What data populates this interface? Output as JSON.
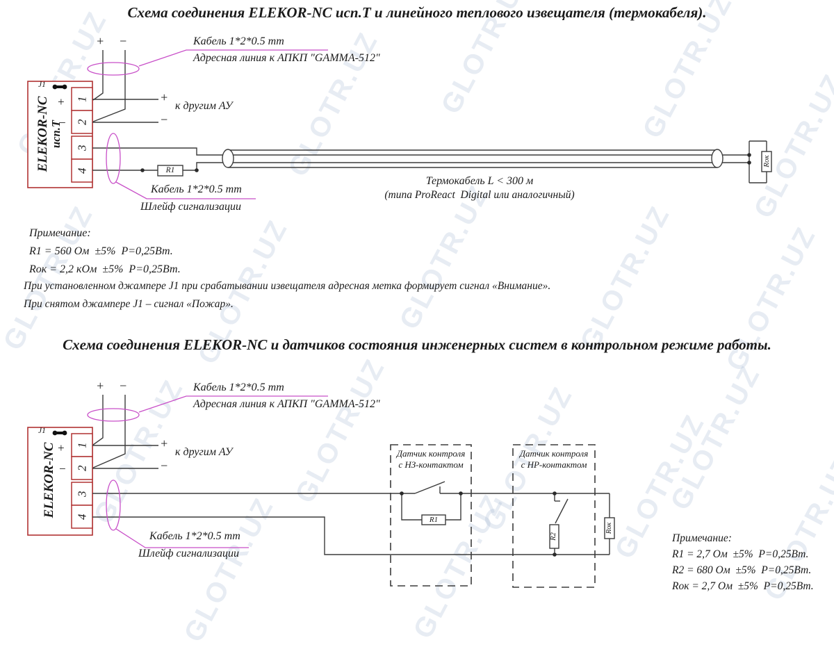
{
  "watermark": {
    "text": "GLOTR.UZ"
  },
  "colors": {
    "device_outline": "#b13232",
    "cable_marker": "#c84fc8",
    "wire": "#3b3b3b"
  },
  "symbols": {
    "plus": "+",
    "minus": "−"
  },
  "diagram1": {
    "title": "Схема соединения ELEKOR-NC исп.Т и линейного теплового извещателя (термокабеля).",
    "device": {
      "label_line1": "ELEKOR-NC",
      "label_line2": "исп.Т",
      "jumper_label": "J1"
    },
    "terminals": [
      "1",
      "2",
      "3",
      "4"
    ],
    "cable_label": "Кабель 1*2*0.5 mm",
    "address_line_label": "Адресная линия к АПКП \"GAMMA-512\"",
    "to_other_devices": "к другим АУ",
    "loop_cable_label": "Кабель 1*2*0.5 mm",
    "loop_label": "Шлейф сигнализации",
    "r1_label": "R1",
    "rok_label": "Rок",
    "thermal_cable_line1": "Термокабель L < 300 м",
    "thermal_cable_line2": "(типа ProReact  Digital или аналогичный)",
    "notes": {
      "title": "Примечание:",
      "lines": [
        "R1 = 560 Ом  ±5%  P=0,25Вт.",
        "Rок = 2,2 кОм  ±5%  P=0,25Вт."
      ]
    },
    "jumper_notes": [
      "При установленном джампере J1 при срабатывании извещателя адресная метка формирует сигнал «Внимание».",
      "При снятом джампере J1 – сигнал «Пожар»."
    ]
  },
  "diagram2": {
    "title": "Схема соединения ELEKOR-NC и датчиков состояния инженерных систем в контрольном режиме работы.",
    "device": {
      "label_line1": "ELEKOR-NC",
      "jumper_label": "J1"
    },
    "terminals": [
      "1",
      "2",
      "3",
      "4"
    ],
    "cable_label": "Кабель 1*2*0.5 mm",
    "address_line_label": "Адресная линия к АПКП \"GAMMA-512\"",
    "to_other_devices": "к другим АУ",
    "loop_cable_label": "Кабель 1*2*0.5 mm",
    "loop_label": "Шлейф сигнализации",
    "sensor_nc": {
      "line1": "Датчик контроля",
      "line2": "с НЗ-контактом"
    },
    "sensor_no": {
      "line1": "Датчик контроля",
      "line2": "с НР-контактом"
    },
    "r1_label": "R1",
    "r2_label": "R2",
    "rok_label": "Rок",
    "notes": {
      "title": "Примечание:",
      "lines": [
        "R1 = 2,7 Ом  ±5%  P=0,25Вт.",
        "R2 = 680 Ом  ±5%  P=0,25Вт.",
        "Rок = 2,7 Ом  ±5%  P=0,25Вт."
      ]
    }
  }
}
